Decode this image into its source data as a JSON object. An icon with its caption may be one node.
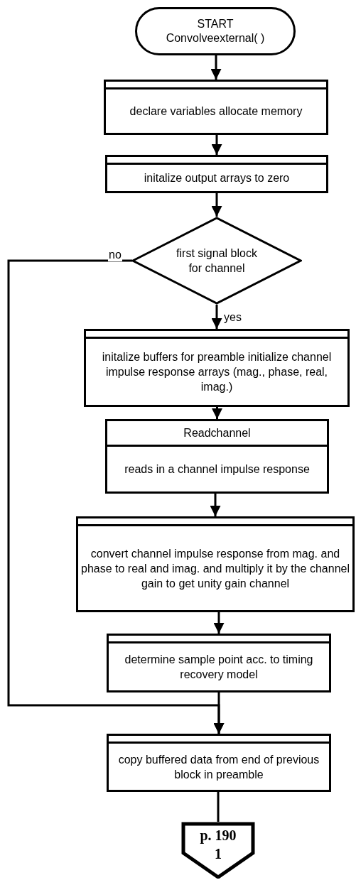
{
  "diagram": {
    "nodes": [
      {
        "text": [
          "START",
          "Convolveexternal( )"
        ]
      },
      {
        "text": [
          "declare variables allocate memory"
        ]
      },
      {
        "text": [
          "initalize output arrays to zero"
        ]
      },
      {
        "text": [
          "first signal block for channel"
        ]
      },
      {
        "text": [
          "initalize buffers for preamble initialize channel impulse response arrays (mag., phase, real, imag.)"
        ]
      },
      {
        "text": [
          "Readchannel",
          "reads in a channel impulse response"
        ]
      },
      {
        "text": [
          "convert channel impulse response from mag. and phase to real and imag. and multiply it by the channel gain to get unity gain channel"
        ]
      },
      {
        "text": [
          "determine sample point acc. to timing recovery model"
        ]
      },
      {
        "text": [
          "copy buffered data from end of previous block in preamble"
        ]
      },
      {
        "text": [
          "p. 190",
          "1"
        ]
      }
    ],
    "edges": [
      {
        "from": 0,
        "to": 1,
        "arrow": "to"
      },
      {
        "from": 1,
        "to": 2,
        "arrow": "to"
      },
      {
        "from": 2,
        "to": 3,
        "arrow": "to"
      },
      {
        "from": 3,
        "to": 4,
        "arrow": "to",
        "label": "yes"
      },
      {
        "from": 4,
        "to": 5,
        "arrow": "to"
      },
      {
        "from": 5,
        "to": 6,
        "arrow": "to"
      },
      {
        "from": 6,
        "to": 7,
        "arrow": "to"
      },
      {
        "from": 7,
        "to": 8,
        "arrow": "to"
      },
      {
        "from": 3,
        "to": 8,
        "arrow": "to",
        "label": "no"
      },
      {
        "from": 8,
        "to": 9,
        "arrow": "none"
      }
    ]
  }
}
